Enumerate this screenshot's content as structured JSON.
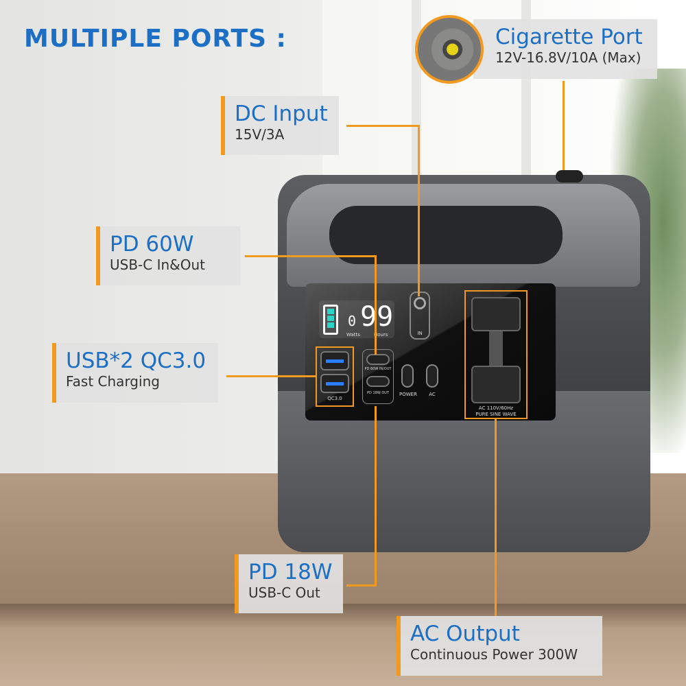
{
  "title": "MULTIPLE PORTS :",
  "callouts": {
    "cigarette": {
      "title": "Cigarette Port",
      "sub": "12V-16.8V/10A (Max)"
    },
    "dc_input": {
      "title": "DC Input",
      "sub": "15V/3A"
    },
    "pd60": {
      "title": "PD 60W",
      "sub": "USB-C In&Out"
    },
    "usb": {
      "title": "USB*2 QC3.0",
      "sub": "Fast Charging"
    },
    "pd18": {
      "title": "PD 18W",
      "sub": "USB-C Out"
    },
    "ac": {
      "title": "AC Output",
      "sub": "Continuous Power 300W"
    }
  },
  "device": {
    "display_value": "99",
    "display_small": "0",
    "unit_watts": "Watts",
    "unit_hours": "Hours",
    "in_label": "IN",
    "qc_label": "QC3.0",
    "pd60_label": "PD 60W IN/OUT",
    "pd18_label": "PD 18W OUT",
    "power_label": "POWER",
    "ac_label": "AC",
    "ac_rating": "AC 110V/60Hz",
    "ac_wave": "PURE SINE WAVE",
    "battery_level": 3
  },
  "colors": {
    "accent": "#f29a1f",
    "title": "#1c6fc4"
  }
}
